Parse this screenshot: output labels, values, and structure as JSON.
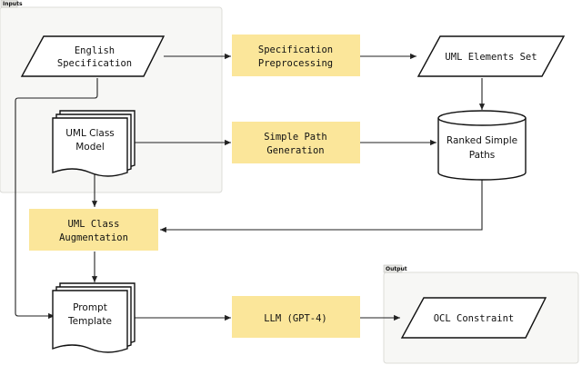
{
  "groups": {
    "inputs": "Inputs",
    "output": "Output"
  },
  "nodes": {
    "english_spec": [
      "English",
      "Specification"
    ],
    "spec_preproc": [
      "Specification",
      "Preprocessing"
    ],
    "uml_elements": [
      "UML Elements Set"
    ],
    "uml_class_model": [
      "UML Class",
      "Model"
    ],
    "simple_path_gen": [
      "Simple Path",
      "Generation"
    ],
    "ranked_paths": [
      "Ranked Simple",
      "Paths"
    ],
    "uml_class_aug": [
      "UML Class",
      "Augmentation"
    ],
    "prompt_template": [
      "Prompt",
      "Template"
    ],
    "llm": [
      "LLM (GPT-4)"
    ],
    "ocl_constraint": [
      "OCL Constraint"
    ]
  },
  "colors": {
    "process_fill": "#fbe69a",
    "group_fill": "#f7f7f5",
    "stroke": "#111111"
  }
}
